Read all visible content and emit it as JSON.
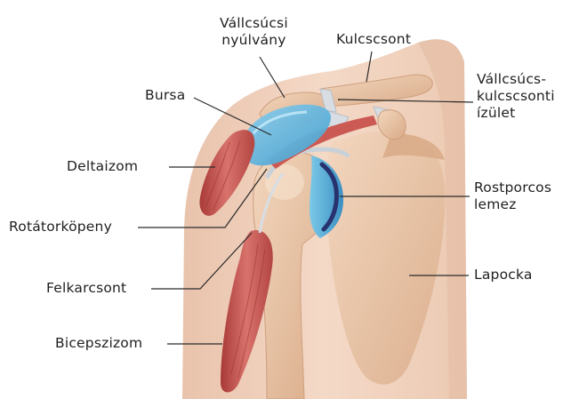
{
  "labels": {
    "acromion": [
      "Vállcsúcsi",
      "nyúlvány"
    ],
    "clavicle": "Kulcscsont",
    "ac_joint": [
      "Vállcsúcs-",
      "kulcscsonti",
      "ízület"
    ],
    "bursa": "Bursa",
    "deltoid": "Deltaizom",
    "rotator_cuff": "Rotátorköpeny",
    "labrum": [
      "Rostporcos",
      "lemez"
    ],
    "humerus": "Felkarcsont",
    "scapula": "Lapocka",
    "biceps": "Bicepszizom"
  },
  "colors": {
    "skin": "#f1d2bf",
    "bone": "#e8c5a7",
    "bursa": "#5fb6e0",
    "muscle": "#c8504b",
    "cartilage": "#27326e",
    "leader_line": "#2a2a2a",
    "text": "#1f1f1f"
  }
}
